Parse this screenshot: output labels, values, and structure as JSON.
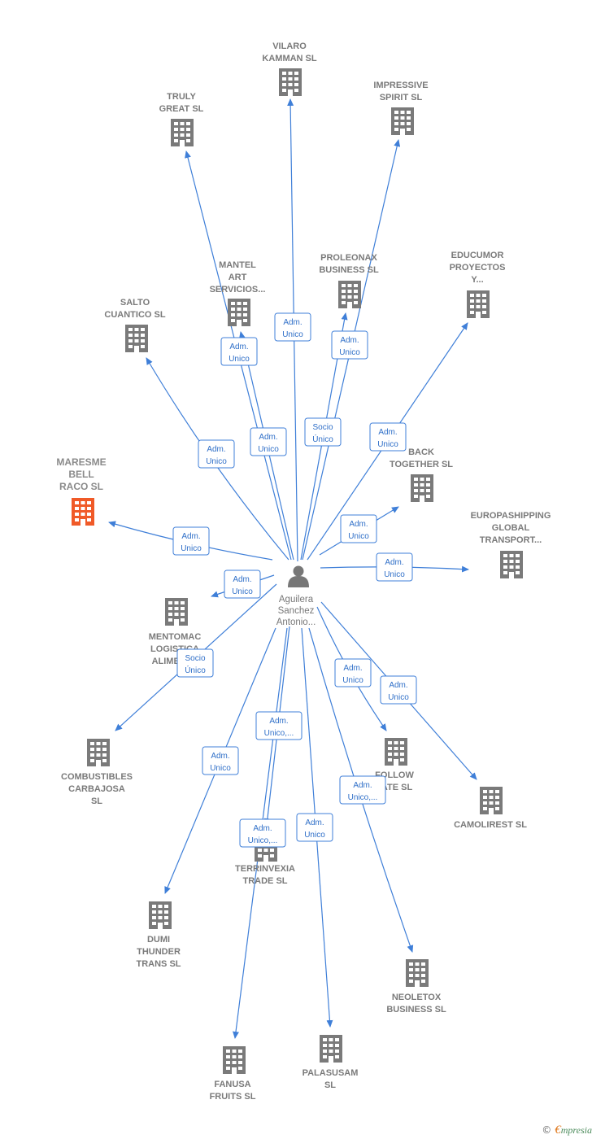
{
  "center": {
    "name_lines": [
      "Aguilera",
      "Sanchez",
      "Antonio..."
    ],
    "icon": "person-icon"
  },
  "colors": {
    "edge": "#3f7fd8",
    "building": "#7a7a7a",
    "focus_building": "#f05a28",
    "label": "#7a7a7a"
  },
  "companies": [
    {
      "id": "vilaro",
      "lines": [
        "VILARO",
        "KAMMAN SL"
      ],
      "focus": false,
      "relation": [
        "Adm.",
        "Unico"
      ]
    },
    {
      "id": "impressive",
      "lines": [
        "IMPRESSIVE",
        "SPIRIT SL"
      ],
      "focus": false,
      "relation": [
        "Socio",
        "Único"
      ]
    },
    {
      "id": "truly",
      "lines": [
        "TRULY",
        "GREAT SL"
      ],
      "focus": false,
      "relation": [
        "Adm.",
        "Unico"
      ]
    },
    {
      "id": "mantel",
      "lines": [
        "MANTEL",
        "ART",
        "SERVICIOS..."
      ],
      "focus": false,
      "relation": [
        "Adm.",
        "Unico"
      ]
    },
    {
      "id": "proleonax",
      "lines": [
        "PROLEONAX",
        "BUSINESS SL"
      ],
      "focus": false,
      "relation": [
        "Adm.",
        "Unico"
      ]
    },
    {
      "id": "educumor",
      "lines": [
        "EDUCUMOR",
        "PROYECTOS",
        "Y..."
      ],
      "focus": false,
      "relation": [
        "Adm.",
        "Unico"
      ]
    },
    {
      "id": "salto",
      "lines": [
        "SALTO",
        "CUANTICO SL"
      ],
      "focus": false,
      "relation": [
        "Adm.",
        "Unico"
      ]
    },
    {
      "id": "maresme",
      "lines": [
        "MARESME",
        "BELL",
        "RACO SL"
      ],
      "focus": true,
      "relation": [
        "Adm.",
        "Unico"
      ]
    },
    {
      "id": "back",
      "lines": [
        "BACK",
        "TOGETHER SL"
      ],
      "focus": false,
      "relation": [
        "Adm.",
        "Unico"
      ]
    },
    {
      "id": "europashipping",
      "lines": [
        "EUROPASHIPPING",
        "GLOBAL",
        "TRANSPORT..."
      ],
      "focus": false,
      "relation": [
        "Adm.",
        "Unico"
      ]
    },
    {
      "id": "mentomac",
      "lines": [
        "MENTOMAC",
        "LOGISTICA",
        "ALIMENT..."
      ],
      "focus": false,
      "relation": [
        "Adm.",
        "Unico"
      ]
    },
    {
      "id": "combustibles",
      "lines": [
        "COMBUSTIBLES",
        "CARBAJOSA",
        "SL"
      ],
      "focus": false,
      "relation": [
        "Socio",
        "Único"
      ]
    },
    {
      "id": "follow",
      "lines": [
        "FOLLOW",
        "FATE SL"
      ],
      "focus": false,
      "relation": [
        "Adm.",
        "Unico"
      ]
    },
    {
      "id": "camolirest",
      "lines": [
        "CAMOLIREST SL"
      ],
      "focus": false,
      "relation": [
        "Adm.",
        "Unico"
      ]
    },
    {
      "id": "terrinvexia",
      "lines": [
        "TERRINVEXIA",
        "TRADE SL"
      ],
      "focus": false,
      "relation": [
        "Adm.",
        "Unico,..."
      ]
    },
    {
      "id": "dumi",
      "lines": [
        "DUMI",
        "THUNDER",
        "TRANS SL"
      ],
      "focus": false,
      "relation": [
        "Adm.",
        "Unico"
      ]
    },
    {
      "id": "neoletox",
      "lines": [
        "NEOLETOX",
        "BUSINESS SL"
      ],
      "focus": false,
      "relation": [
        "Adm.",
        "Unico,..."
      ]
    },
    {
      "id": "fanusa",
      "lines": [
        "FANUSA",
        "FRUITS SL"
      ],
      "focus": false,
      "relation": [
        "Adm.",
        "Unico,..."
      ]
    },
    {
      "id": "palasusam",
      "lines": [
        "PALASUSAM",
        "SL"
      ],
      "focus": false,
      "relation": [
        "Adm.",
        "Unico"
      ]
    }
  ],
  "footer": {
    "copyright": "©",
    "brand_first": "€",
    "brand_rest": "mpresia"
  }
}
